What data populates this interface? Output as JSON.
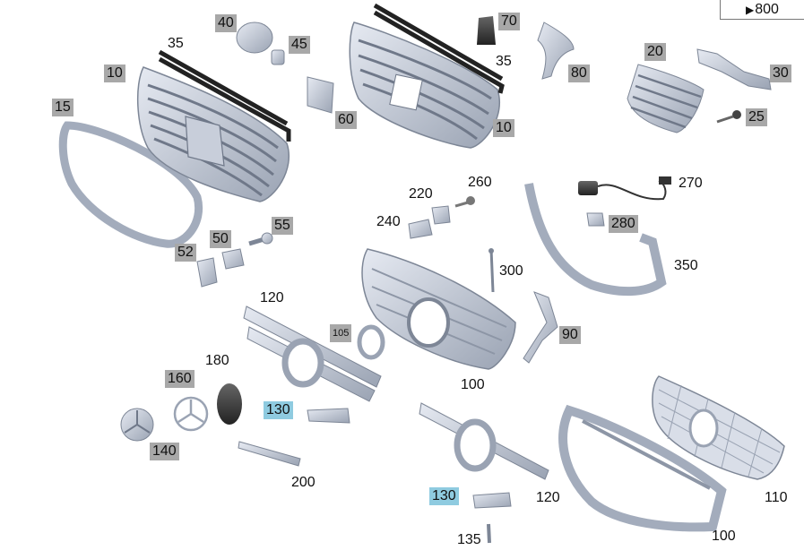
{
  "reference_box": {
    "text": "800"
  },
  "labels": {
    "l40": "40",
    "l45": "45",
    "l35a": "35",
    "l10a": "10",
    "l60": "60",
    "l15": "15",
    "l70": "70",
    "l35b": "35",
    "l10b": "10",
    "l80": "80",
    "l20": "20",
    "l30": "30",
    "l25": "25",
    "l220": "220",
    "l260": "260",
    "l270": "270",
    "l240": "240",
    "l280": "280",
    "l300": "300",
    "l350": "350",
    "l50": "50",
    "l55": "55",
    "l52": "52",
    "l120a": "120",
    "l105": "105",
    "l90": "90",
    "l180": "180",
    "l160": "160",
    "l130a": "130",
    "l140": "140",
    "l200": "200",
    "l100a": "100",
    "l130b": "130",
    "l120b": "120",
    "l135": "135",
    "l100b": "100",
    "l110": "110"
  }
}
